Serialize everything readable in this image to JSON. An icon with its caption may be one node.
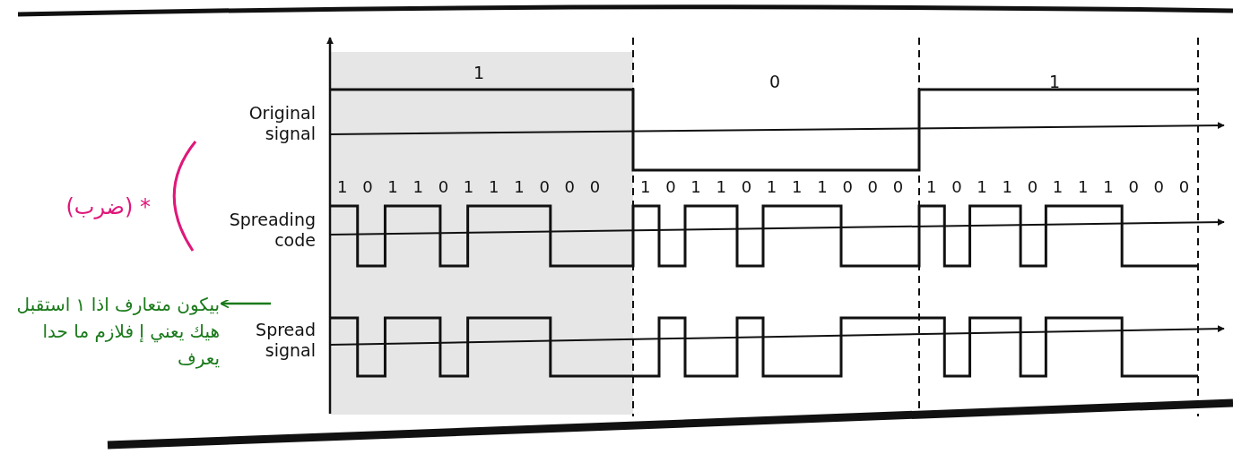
{
  "diagram": {
    "nodes": [
      {
        "text": [
          "بيكون متعارف اذا ١ استقبل هيك يعني إ فلازم ما حدا يعرف"
        ]
      },
      {
        "text": [
          "Spread signal"
        ]
      }
    ],
    "edges": [
      {
        "from": 1,
        "to": 0,
        "arrow": "to",
        "color": "#1a7a1a"
      }
    ],
    "labels": [
      "1",
      "0",
      "1",
      "Original signal",
      "1 0 1 1 0 1 1 1 0 0 0",
      "1 0 1 1 0 1 1 1 0 0 0",
      "1 0 1 1 0 1 1 1 0 0 0",
      "* (ضرب)",
      "Spreading code"
    ]
  }
}
